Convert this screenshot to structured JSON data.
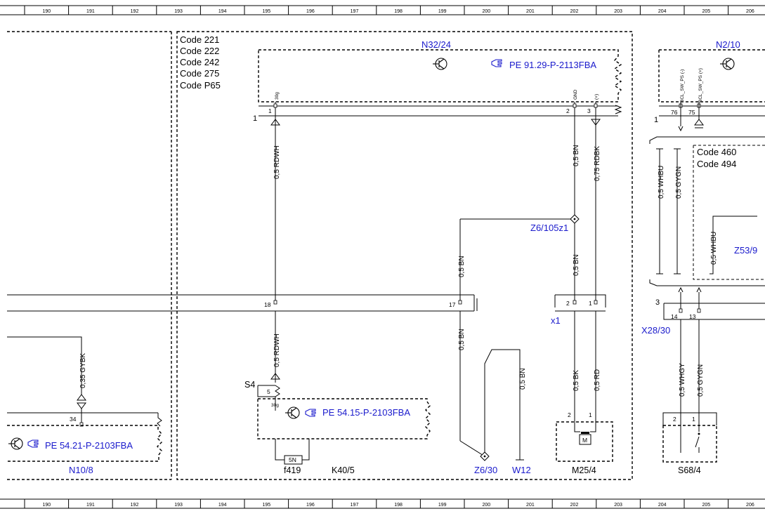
{
  "ruler": [
    "190",
    "191",
    "192",
    "193",
    "194",
    "195",
    "196",
    "197",
    "198",
    "199",
    "200",
    "201",
    "202",
    "203",
    "204",
    "205",
    "206"
  ],
  "codes_left": [
    "Code 221",
    "Code 222",
    "Code 242",
    "Code 275",
    "Code P65"
  ],
  "codes_right": [
    "Code 460",
    "Code 494"
  ],
  "components": {
    "n32_24": "N32/24",
    "n2_10": "N2/10",
    "n10_8": "N10/8",
    "k40_5": "K40/5",
    "f419": "f419",
    "s4": "S4",
    "m25_4": "M25/4",
    "s68_4": "S68/4",
    "z6_105z1": "Z6/105z1",
    "z6_30": "Z6/30",
    "w12": "W12",
    "x1": "x1",
    "x28_30": "X28/30",
    "z53_9": "Z53/9",
    "fuse_rating": "5N"
  },
  "refs": {
    "n32_ref": "PE 91.29-P-2113FBA",
    "k40_ref": "PE 54.15-P-2103FBA",
    "n10_ref": "PE 54.21-P-2103FBA"
  },
  "wires": {
    "w_n32_rdwh": "0,5 RDWH",
    "w_n32_bn": "0,5 BN",
    "w_n32_rdbk": "0,75 RDBK",
    "w_z6_bn": "0,5 BN",
    "w_loop_bn": "0,5 BN",
    "w_x1_bn": "0,5 BN",
    "w_k40_rdwh": "0,5 RDWH",
    "w_k40_bn": "0,5 BN",
    "w_gybk": "0,35 GYBK",
    "w_w12_bn": "0,5 BN",
    "w_m25_bk": "0,5 BK",
    "w_m25_rd": "0,5 RD",
    "w_whbu": "0,5 WHBU",
    "w_gygn": "0,5 GYGN",
    "w_z53_whbu": "0,5 WHBU",
    "w_whgy": "0,5 WHGY",
    "w_s68_gygn": "0,5 GYGN"
  },
  "pins": {
    "n32_p1": "1",
    "n32_p2": "2",
    "n32_p3": "3",
    "n32_s30g": "30g",
    "n32_sgnd": "GND",
    "n32_splus": "(+)",
    "row1_num": "1",
    "k_p18": "18",
    "k_p17": "17",
    "x1_p2": "2",
    "x1_p1": "1",
    "n10_p34": "34",
    "k40_p5": "5",
    "k40_s30g": "30g",
    "m25_p2": "2",
    "m25_p1": "1",
    "motor_m": "M",
    "n2_p76": "76",
    "n2_p75": "75",
    "n2_sig1": "BCL_SW_PS (-)",
    "n2_sig2": "BCL_SW_PS (+)",
    "row1b_num": "1",
    "x28_p14": "14",
    "x28_p13": "13",
    "x28_row": "3",
    "s68_p2": "2",
    "s68_p1": "1"
  }
}
